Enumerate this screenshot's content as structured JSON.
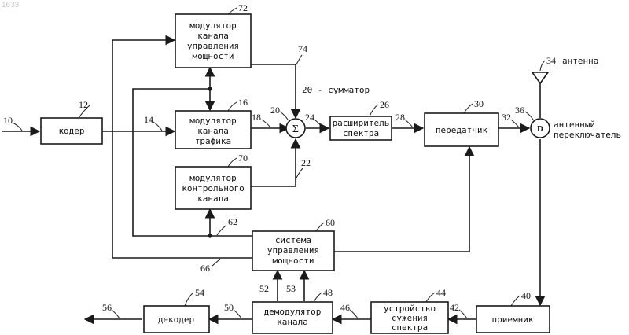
{
  "page_id": "1633",
  "blocks": {
    "coder": {
      "lines": [
        "кодер"
      ],
      "ref": "12"
    },
    "power_ctrl_mod": {
      "lines": [
        "модулятор",
        "канала",
        "управления",
        "мощности"
      ],
      "ref": "72"
    },
    "traffic_mod": {
      "lines": [
        "модулятор",
        "канала",
        "трафика"
      ],
      "ref": "16"
    },
    "pilot_mod": {
      "lines": [
        "модулятор",
        "контрольного",
        "канала"
      ],
      "ref": "70"
    },
    "spreader": {
      "lines": [
        "расширитель",
        "спектра"
      ],
      "ref": "26"
    },
    "transmitter": {
      "lines": [
        "передатчик"
      ],
      "ref": "30"
    },
    "power_ctrl_sys": {
      "lines": [
        "система",
        "управления",
        "мощности"
      ],
      "ref": "60"
    },
    "decoder": {
      "lines": [
        "декодер"
      ],
      "ref": "54"
    },
    "demod": {
      "lines": [
        "демодулятор",
        "канала"
      ],
      "ref": "48"
    },
    "despreader": {
      "lines": [
        "устройство",
        "сужения",
        "спектра"
      ],
      "ref": "44"
    },
    "receiver": {
      "lines": [
        "приемник"
      ],
      "ref": "40"
    }
  },
  "summer": {
    "symbol": "Σ",
    "ref": "20",
    "note": "20 - сумматор"
  },
  "switch": {
    "symbol": "D",
    "ref": "36",
    "lines": [
      "антенный",
      "переключатель"
    ]
  },
  "antenna": {
    "ref": "34",
    "label": "антенна"
  },
  "wire_refs": {
    "in": "10",
    "coder_out": "14",
    "traffic_out": "18",
    "sum_out": "24",
    "spread_out": "28",
    "tx_out": "32",
    "pc_mod_out": "74",
    "pilot_out": "22",
    "sys_top": "62",
    "sys_left": "66",
    "rx_out": "42",
    "despread_out": "46",
    "decoder_in": "50",
    "demod_a": "52",
    "demod_b": "53",
    "decoder_out": "56"
  }
}
